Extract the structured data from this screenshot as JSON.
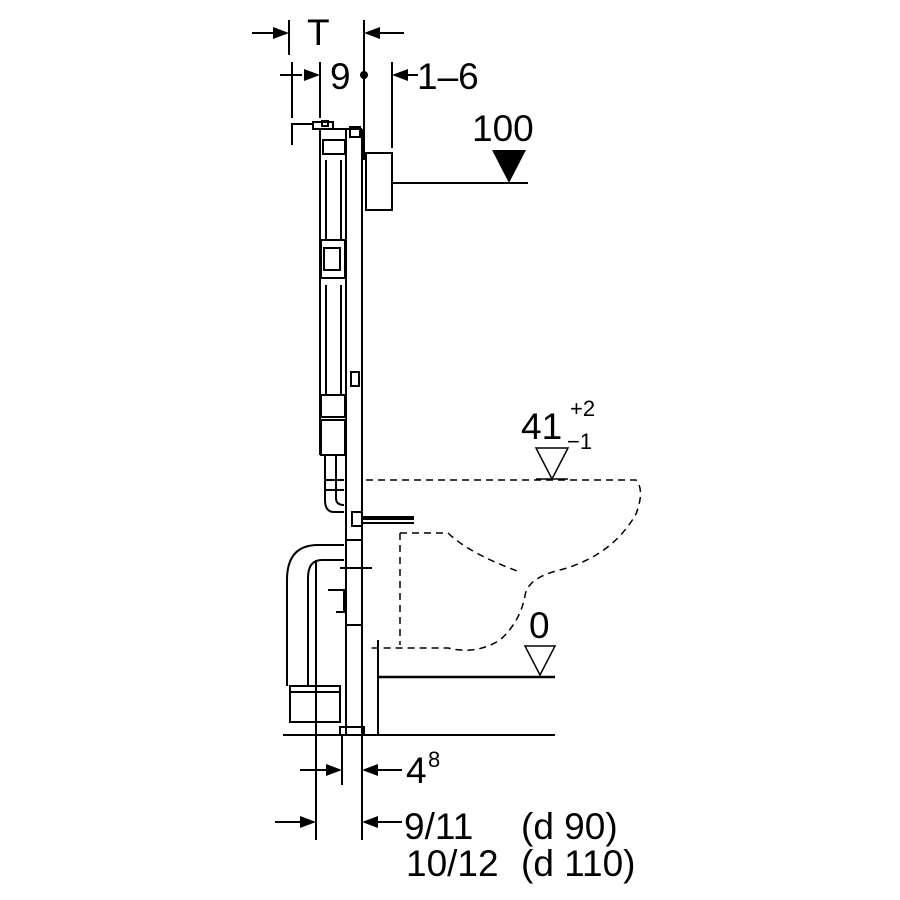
{
  "dimensions": {
    "module_depth": "T",
    "frame_depth": "9",
    "wall_clearance": "1–6",
    "actuation_plate_height": "100",
    "bowl_height": "41",
    "bowl_height_tolerance_plus": "+2",
    "bowl_height_tolerance_minus": "−1",
    "floor_level": "0",
    "foot_offset": "4",
    "foot_offset_sup": "8",
    "pipe_offset_small": "9/11",
    "pipe_small_diameter": "(d 90)",
    "pipe_offset_large": "10/12",
    "pipe_large_diameter": "(d 110)"
  },
  "colors": {
    "line": "#000000",
    "background": "#ffffff"
  }
}
